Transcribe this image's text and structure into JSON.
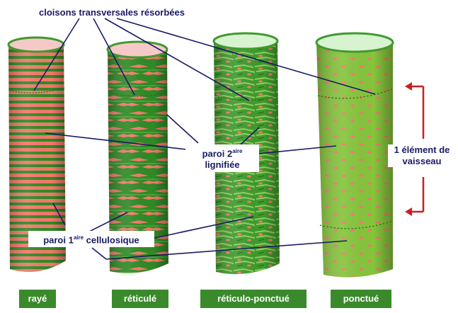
{
  "labels": {
    "cloisons": "cloisons transversales résorbées",
    "paroi2_line1_prefix": "paroi 2",
    "paroi2_sup": "aire",
    "paroi2_line2": "lignifiée",
    "paroi1_prefix": "paroi 1",
    "paroi1_sup": "aire",
    "paroi1_suffix": " cellulosique",
    "element_line1": "1 élément de",
    "element_line2": "vaisseau"
  },
  "vessels": [
    {
      "name": "rayé"
    },
    {
      "name": "réticulé"
    },
    {
      "name": "réticulo-ponctué"
    },
    {
      "name": "ponctué"
    }
  ],
  "colors": {
    "wall_green": "#3f9a2e",
    "dark_green": "#1f6f1c",
    "light_green": "#8cc63f",
    "pit_pink": "#f27b6e",
    "label_navy": "#1a1a66",
    "arrow_red": "#cc1f1f",
    "tag_green": "#3a8a2c"
  }
}
